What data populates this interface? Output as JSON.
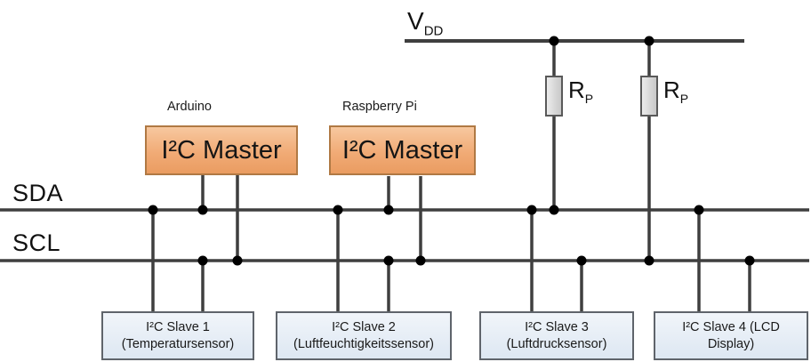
{
  "diagram": {
    "title_semantic": "I2C bus topology diagram",
    "vdd": {
      "main": "V",
      "sub": "DD"
    },
    "buses": {
      "sda": "SDA",
      "scl": "SCL"
    },
    "masters": [
      {
        "caption": "Arduino",
        "label": "I²C Master"
      },
      {
        "caption": "Raspberry Pi",
        "label": "I²C Master"
      }
    ],
    "resistors": [
      {
        "main": "R",
        "sub": "P"
      },
      {
        "main": "R",
        "sub": "P"
      }
    ],
    "slaves": [
      {
        "line1": "I²C Slave 1",
        "line2": "(Temperatursensor)"
      },
      {
        "line1": "I²C Slave 2",
        "line2": "(Luftfeuchtigkeitssensor)"
      },
      {
        "line1": "I²C Slave 3",
        "line2": "(Luftdrucksensor)"
      },
      {
        "line1": "I²C Slave 4 (LCD",
        "line2": "Display)"
      }
    ],
    "colors": {
      "wire": "#3f3f3f",
      "junction_dot": "#000000",
      "master_fill": "#f0a96f",
      "master_border": "#b07944",
      "slave_fill": "#dde7f2",
      "slave_border": "#5f646b",
      "resistor_fill": "#d9d9d9",
      "resistor_border": "#595959"
    }
  }
}
